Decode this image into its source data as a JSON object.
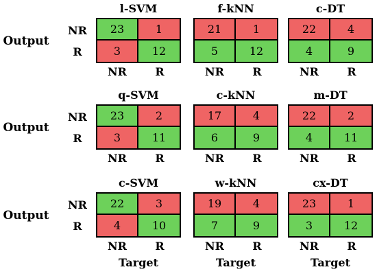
{
  "output_label": "Output",
  "target_label": "Target",
  "row_labels": [
    "NR",
    "R"
  ],
  "col_labels": [
    "NR",
    "R"
  ],
  "rows": [
    {
      "blocks": [
        {
          "title": "l-SVM",
          "cells": [
            "23",
            "1",
            "3",
            "12"
          ],
          "colors": [
            "green",
            "red",
            "red",
            "green"
          ]
        },
        {
          "title": "f-kNN",
          "cells": [
            "21",
            "1",
            "5",
            "12"
          ],
          "colors": [
            "red",
            "red",
            "green",
            "green"
          ]
        },
        {
          "title": "c-DT",
          "cells": [
            "22",
            "4",
            "4",
            "9"
          ],
          "colors": [
            "red",
            "red",
            "green",
            "green"
          ]
        }
      ]
    },
    {
      "blocks": [
        {
          "title": "q-SVM",
          "cells": [
            "23",
            "2",
            "3",
            "11"
          ],
          "colors": [
            "green",
            "red",
            "red",
            "green"
          ]
        },
        {
          "title": "c-kNN",
          "cells": [
            "17",
            "4",
            "6",
            "9"
          ],
          "colors": [
            "red",
            "red",
            "green",
            "green"
          ]
        },
        {
          "title": "m-DT",
          "cells": [
            "22",
            "2",
            "4",
            "11"
          ],
          "colors": [
            "red",
            "red",
            "green",
            "green"
          ]
        }
      ]
    },
    {
      "blocks": [
        {
          "title": "c-SVM",
          "cells": [
            "22",
            "3",
            "4",
            "10"
          ],
          "colors": [
            "green",
            "red",
            "red",
            "green"
          ]
        },
        {
          "title": "w-kNN",
          "cells": [
            "19",
            "4",
            "7",
            "9"
          ],
          "colors": [
            "red",
            "red",
            "green",
            "green"
          ]
        },
        {
          "title": "cx-DT",
          "cells": [
            "23",
            "1",
            "3",
            "12"
          ],
          "colors": [
            "red",
            "red",
            "green",
            "green"
          ]
        }
      ]
    }
  ]
}
